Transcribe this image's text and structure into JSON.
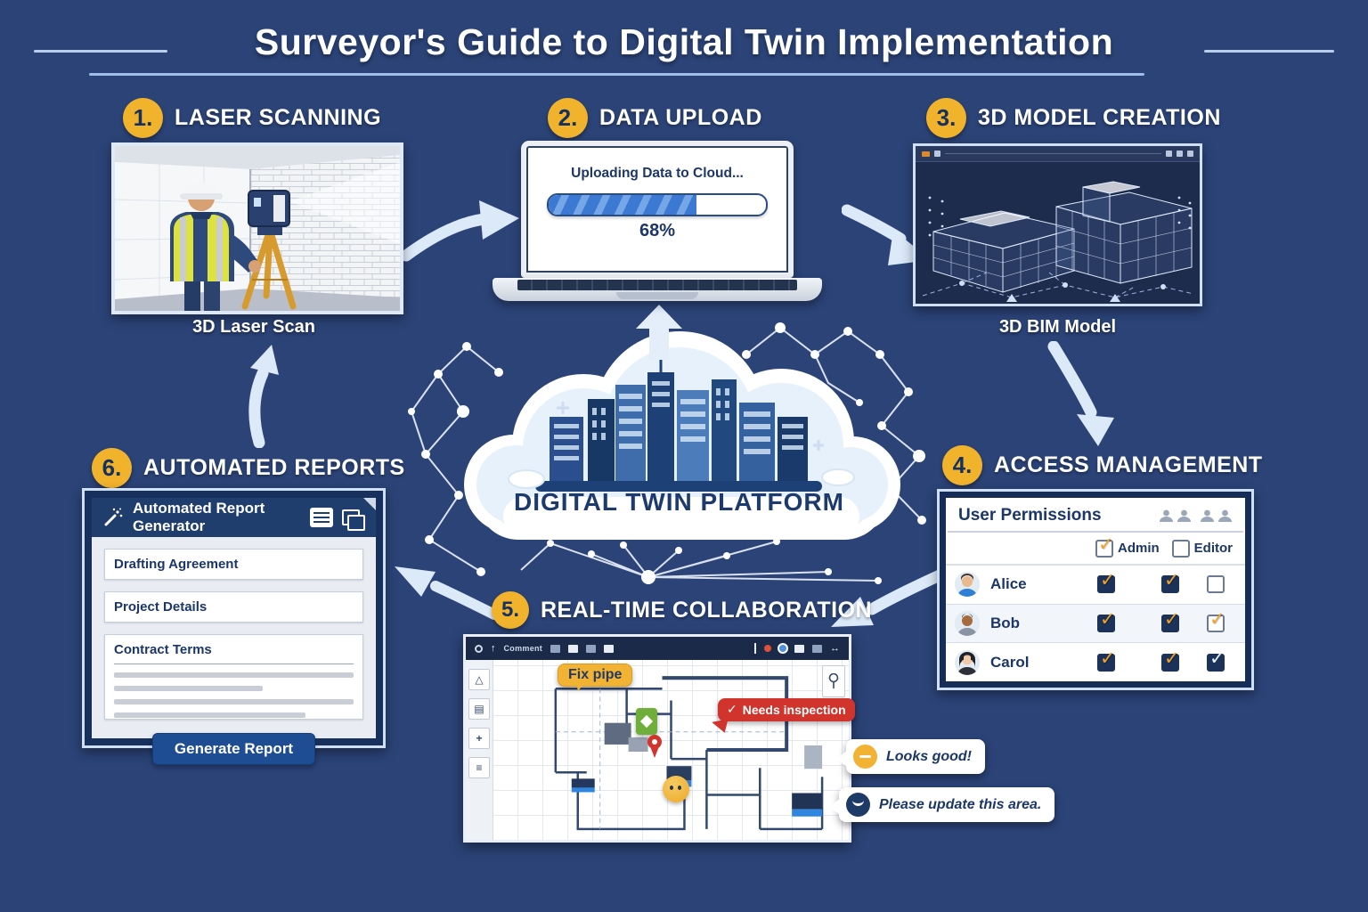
{
  "title": "Surveyor's Guide to Digital Twin Implementation",
  "platform": {
    "label": "DIGITAL TWIN PLATFORM"
  },
  "steps": {
    "laser_scanning": {
      "number": "1.",
      "heading": "LASER SCANNING",
      "caption": "3D Laser Scan"
    },
    "data_upload": {
      "number": "2.",
      "heading": "DATA UPLOAD",
      "status_text": "Uploading Data to Cloud...",
      "progress_percent": 68,
      "progress_label": "68%"
    },
    "model_creation": {
      "number": "3.",
      "heading": "3D MODEL CREATION",
      "caption": "3D BIM Model"
    },
    "access_management": {
      "number": "4.",
      "heading": "ACCESS MANAGEMENT",
      "panel_title": "User Permissions",
      "column_labels": {
        "admin": "Admin",
        "editor": "Editor"
      },
      "header_checks": {
        "admin": "light",
        "editor": "empty"
      },
      "users": [
        {
          "name": "Alice",
          "checks": [
            "dark",
            "dark",
            "empty"
          ]
        },
        {
          "name": "Bob",
          "checks": [
            "dark",
            "dark",
            "light"
          ]
        },
        {
          "name": "Carol",
          "checks": [
            "dark",
            "dark",
            "darkwhite"
          ]
        }
      ]
    },
    "collaboration": {
      "number": "5.",
      "heading": "REAL-TIME COLLABORATION",
      "toolbar_label": "Comment",
      "callouts": {
        "fix_pipe": "Fix pipe",
        "needs_inspection": "Needs inspection"
      },
      "comments": [
        {
          "text": "Looks good!",
          "avatar": "yellow-dash-face"
        },
        {
          "text": "Please update this area.",
          "avatar": "navy-smile-face"
        }
      ]
    },
    "automated_reports": {
      "number": "6.",
      "heading": "AUTOMATED REPORTS",
      "panel_title": "Automated Report Generator",
      "fields": [
        "Drafting Agreement",
        "Project Details",
        "Contract Terms"
      ],
      "button_label": "Generate Report"
    }
  },
  "icons": {
    "wand-icon": "magic-wand-sparkle",
    "document-icon": "lined-document",
    "copy-icon": "overlapping-pages",
    "users-icon": "four-person-silhouettes",
    "check-glyph": "✓"
  },
  "colors": {
    "background": "#2B4377",
    "badge": "#F2B32C",
    "badge_number": "#16305F",
    "heading_text": "#FFFFFF",
    "navy_text": "#1C3668",
    "arrow": "#DCE9F8",
    "progress_fill": "#3B79D2",
    "callout_yellow": "#F2B335",
    "callout_red": "#D1342C",
    "marker_green": "#6FAE3A",
    "button_blue": "#1F4D94"
  }
}
